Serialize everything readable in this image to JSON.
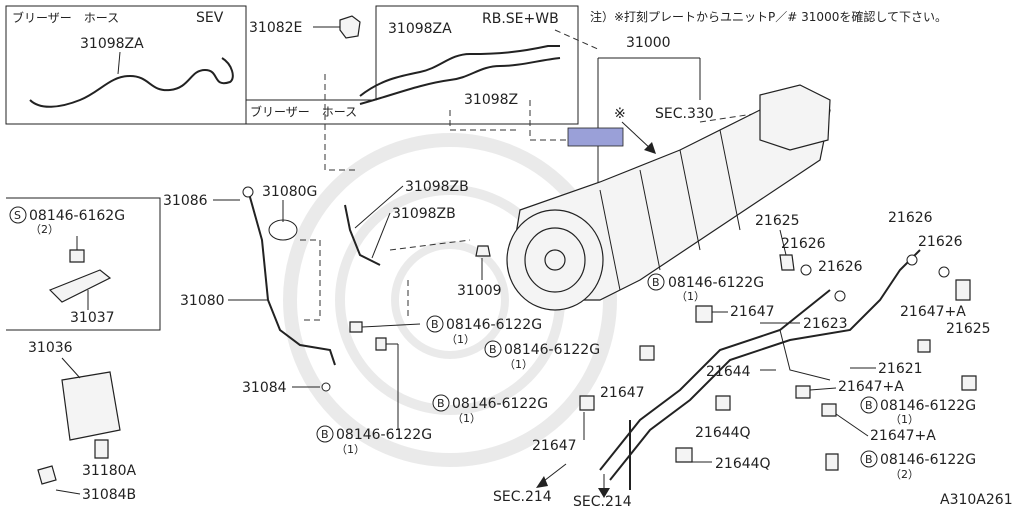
{
  "note": "注）※打刻プレートからユニットP／# 31000を確認して下さい。",
  "inset_left": {
    "title": "ブリーザー　ホース",
    "variant": "SEV",
    "part": "31098ZA"
  },
  "inset_right": {
    "variant": "RB.SE+WB",
    "caption": "ブリーザー　ホース",
    "part_a": "31098ZA",
    "part_b": "31098Z"
  },
  "kit_box_1": {
    "prefix": "S",
    "bolt": "08146-6162G",
    "qty": "（2）",
    "part": "31037"
  },
  "kit_box_2": {
    "part_a": "31036",
    "part_b": "31180A",
    "part_c": "31084B"
  },
  "labels": {
    "p31082E": "31082E",
    "p31000": "31000",
    "sec330": "SEC.330",
    "asterisk": "※",
    "p31086": "31086",
    "p31080G": "31080G",
    "p31098ZB_1": "31098ZB",
    "p31098ZB_2": "31098ZB",
    "p31009": "31009",
    "p31080": "31080",
    "p31084": "31084",
    "p21625_a": "21625",
    "p21626_a": "21626",
    "p21626_b": "21626",
    "p21626_c": "21626",
    "p21626_d": "21626",
    "p21647_a": "21647",
    "p21623": "21623",
    "p21647A_a": "21647+A",
    "p21625_b": "21625",
    "p21621": "21621",
    "p21644": "21644",
    "p21647A_b": "21647+A",
    "p21647A_c": "21647+A",
    "p21647_b": "21647",
    "p21647_c": "21647",
    "p21644Q_a": "21644Q",
    "p21644Q_b": "21644Q",
    "sec214_a": "SEC.214",
    "sec214_b": "SEC.214",
    "drawing_id": "A310A261"
  },
  "bolts": [
    {
      "prefix": "B",
      "code": "08146-6122G",
      "qty": "（1）"
    },
    {
      "prefix": "B",
      "code": "08146-6122G",
      "qty": "（1）"
    },
    {
      "prefix": "B",
      "code": "08146-6122G",
      "qty": "（1）"
    },
    {
      "prefix": "B",
      "code": "08146-6122G",
      "qty": "（1）"
    },
    {
      "prefix": "B",
      "code": "08146-6122G",
      "qty": "（1）"
    },
    {
      "prefix": "B",
      "code": "08146-6122G",
      "qty": "（1）"
    },
    {
      "prefix": "B",
      "code": "08146-6122G",
      "qty": "（2）"
    }
  ],
  "colors": {
    "plate_highlight": "#9aa0d8",
    "line": "#222222"
  }
}
